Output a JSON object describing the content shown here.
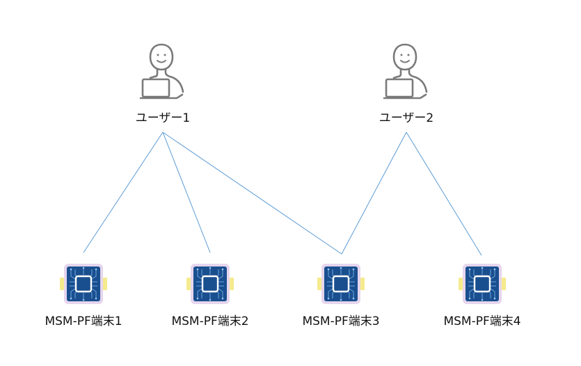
{
  "users": [
    {
      "id": "u1",
      "label": "ユーザー1",
      "icon": "person-with-laptop-icon"
    },
    {
      "id": "u2",
      "label": "ユーザー2",
      "icon": "person-with-laptop-icon"
    }
  ],
  "devices": [
    {
      "id": "d1",
      "label": "MSM-PF端末1",
      "icon": "chip-icon"
    },
    {
      "id": "d2",
      "label": "MSM-PF端末2",
      "icon": "chip-icon"
    },
    {
      "id": "d3",
      "label": "MSM-PF端末3",
      "icon": "chip-icon"
    },
    {
      "id": "d4",
      "label": "MSM-PF端末4",
      "icon": "chip-icon"
    }
  ],
  "connections": [
    {
      "from": "u1",
      "to": "d1"
    },
    {
      "from": "u1",
      "to": "d2"
    },
    {
      "from": "u1",
      "to": "d3"
    },
    {
      "from": "u2",
      "to": "d3"
    },
    {
      "from": "u2",
      "to": "d4"
    }
  ],
  "colors": {
    "edge": "#5b9bd5",
    "person_stroke": "#7a7a7a",
    "chip_body": "#1a4f8f",
    "chip_frame": "#e6d6ee",
    "chip_glow": "#f3e87a"
  }
}
